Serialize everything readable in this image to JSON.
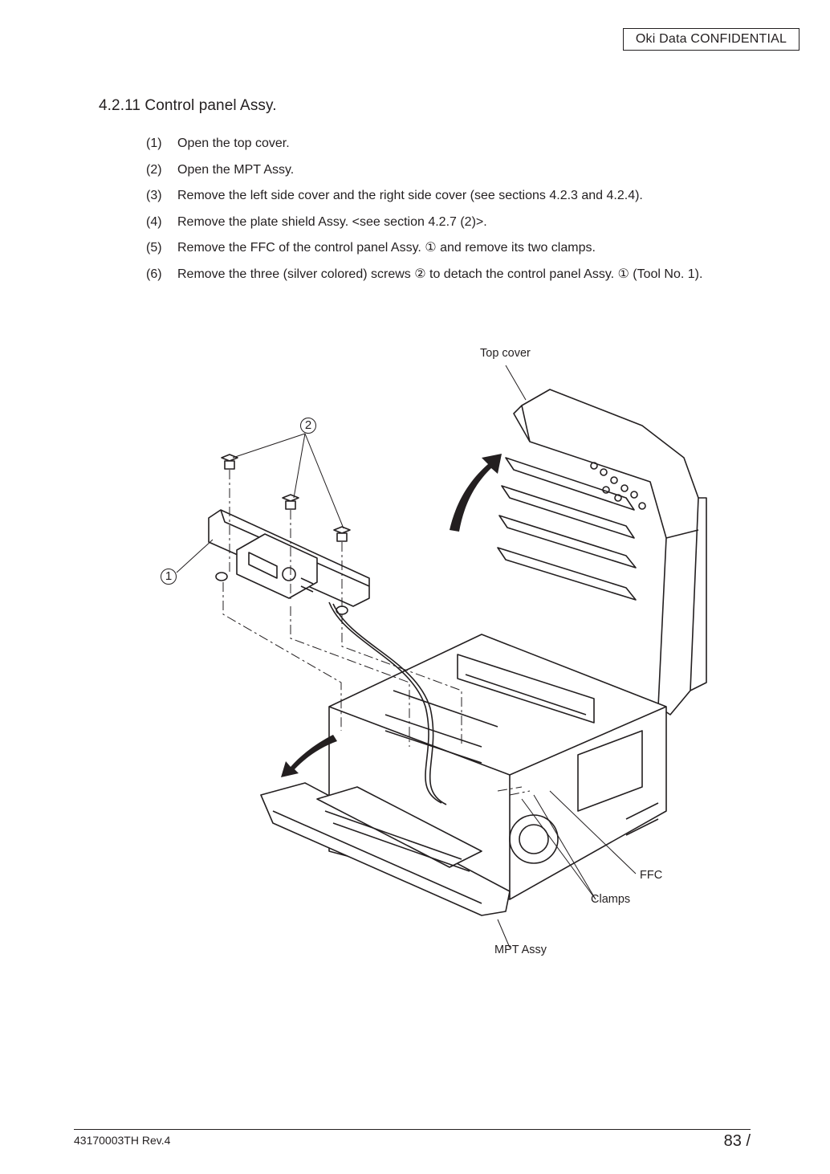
{
  "header": {
    "confidential": "Oki  Data  CONFIDENTIAL"
  },
  "section": {
    "title": "4.2.11  Control panel Assy."
  },
  "steps": [
    {
      "num": "(1)",
      "text": "Open the top cover."
    },
    {
      "num": "(2)",
      "text": "Open the MPT Assy."
    },
    {
      "num": "(3)",
      "text": "Remove the left side cover and the right side cover (see sections 4.2.3 and 4.2.4)."
    },
    {
      "num": "(4)",
      "text": "Remove the plate shield Assy. <see section 4.2.7 (2)>."
    },
    {
      "num": "(5)",
      "text": "Remove the FFC of the control panel Assy. ① and remove its two clamps."
    },
    {
      "num": "(6)",
      "text": "Remove the three (silver colored) screws ② to detach the control panel Assy. ① (Tool No. 1)."
    }
  ],
  "figure": {
    "labels": {
      "top_cover": "Top cover",
      "ffc": "FFC",
      "clamps": "Clamps",
      "mpt_assy": "MPT Assy"
    },
    "markers": {
      "part1": "1",
      "part2": "2"
    }
  },
  "footer": {
    "doc_id": "43170003TH  Rev.4",
    "page": "83 /"
  }
}
